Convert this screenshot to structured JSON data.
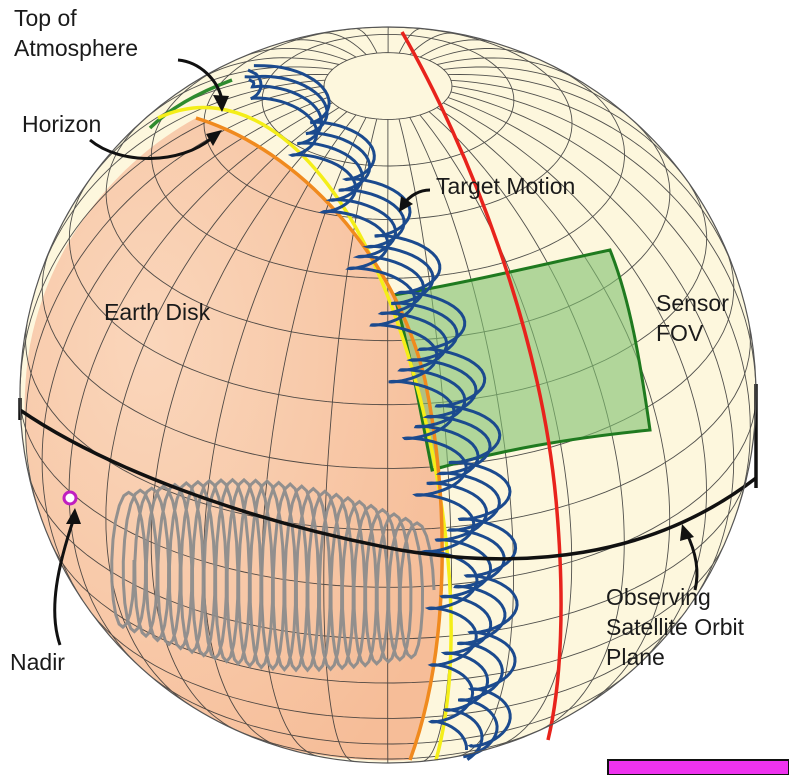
{
  "labels": {
    "top_of_atmosphere_1": "Top of",
    "top_of_atmosphere_2": "Atmosphere",
    "horizon": "Horizon",
    "earth_disk": "Earth Disk",
    "target_motion": "Target Motion",
    "sensor_1": "Sensor",
    "sensor_2": "FOV",
    "orbit_1": "Observing",
    "orbit_2": "Satellite Orbit",
    "orbit_3": "Plane",
    "nadir": "Nadir"
  },
  "colors": {
    "sphere_fill": "#fdf7dd",
    "earth_disk_fill": "#f8c9a7",
    "grid": "#333333",
    "orbit_plane": "#111111",
    "red_meridian": "#e8231c",
    "horizon_yellow": "#f4ee18",
    "atmosphere_orange": "#f08a1e",
    "atmosphere_green": "#2e8b2e",
    "target_motion": "#1b4a8e",
    "ground_track": "#8c8c8c",
    "fov_fill": "#7fbf6e",
    "fov_stroke": "#1f7a1f",
    "nadir_marker": "#c01fc0",
    "corner_badge": "#ee33ee"
  },
  "icons": [
    "arrow-icon",
    "nadir-marker-icon"
  ]
}
